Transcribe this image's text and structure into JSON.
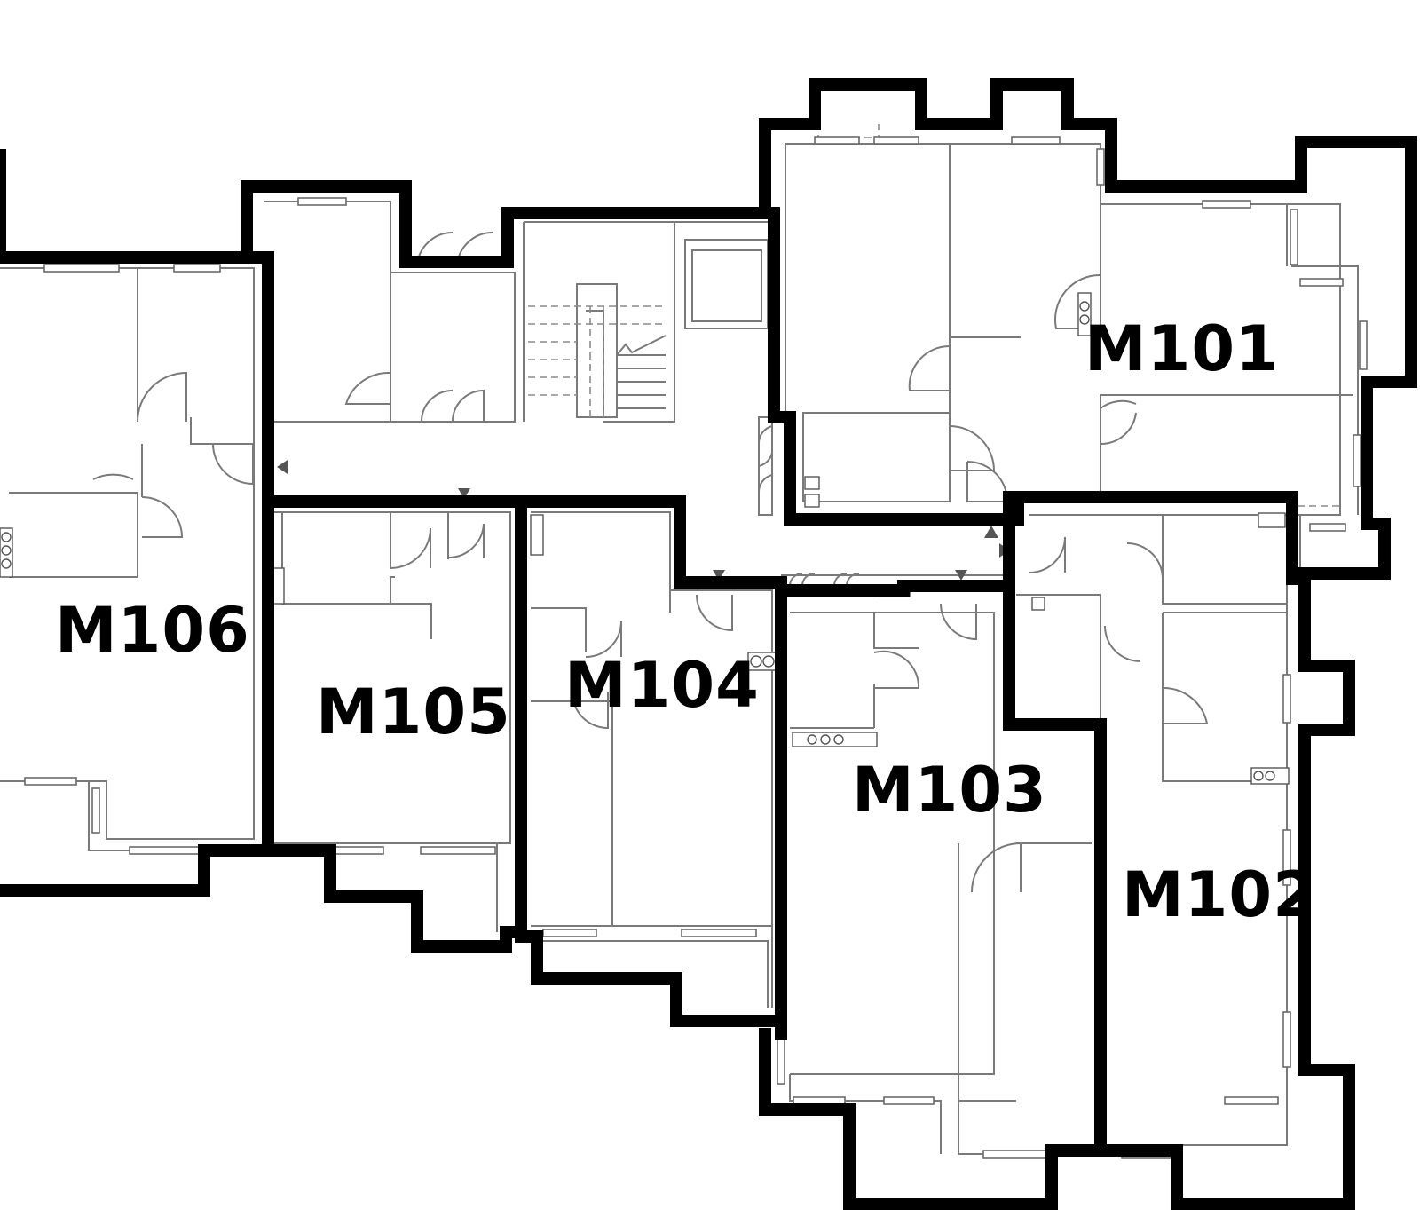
{
  "units": [
    {
      "id": "m101",
      "label": "M101"
    },
    {
      "id": "m102",
      "label": "M102"
    },
    {
      "id": "m103",
      "label": "M103"
    },
    {
      "id": "m104",
      "label": "M104"
    },
    {
      "id": "m105",
      "label": "M105"
    },
    {
      "id": "m106",
      "label": "M106"
    }
  ],
  "colors": {
    "unit_outline": "#000000",
    "interior_lines": "#7a7a7a",
    "background": "#ffffff"
  }
}
